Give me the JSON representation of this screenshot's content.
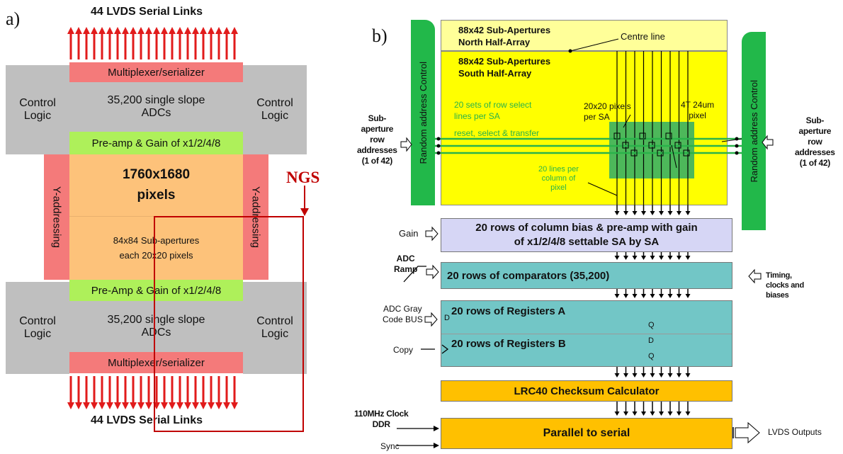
{
  "panel_a": {
    "label": "a)",
    "top_links": "44 LVDS Serial Links",
    "bottom_links": "44 LVDS Serial Links",
    "mux_top": "Multiplexer/serializer",
    "mux_bottom": "Multiplexer/serializer",
    "control_logic": "Control\nLogic",
    "adc_top": "35,200  single slope\nADCs",
    "adc_bottom": "35,200 single slope\nADCs",
    "preamp_top": "Pre-amp & Gain of x1/2/4/8",
    "preamp_bottom": "Pre-Amp & Gain of x1/2/4/8",
    "pixels": "1760x1680\npixels",
    "subap": "84x84 Sub-apertures\neach 20x20 pixels",
    "yaddr": "Y-addressing",
    "ngs": "NGS",
    "colors": {
      "mux": "#f47a7a",
      "grey": "#bfbfbf",
      "green": "#aef05a",
      "orange": "#fdc27a",
      "ngs": "#c00000",
      "arrow": "#e11b1b"
    }
  },
  "panel_b": {
    "label": "b)",
    "north": "88x42 Sub-Apertures\nNorth Half-Array",
    "south": "88x42 Sub-Apertures\nSouth Half-Array",
    "centre_line": "Centre line",
    "row_select": "20 sets of row select\nlines per SA",
    "reset": "reset, select & transfer",
    "pixels_per_sa": "20x20 pixels\nper SA",
    "pixel_4t": "4T 24um\npixel",
    "lines_per_column": "20 lines per\ncolumn of\npixel",
    "random_address": "Random address Control",
    "subap_left": "Sub-\naperture\nrow\naddresses\n(1 of 42)",
    "subap_right": "Sub-\naperture\nrow\naddresses\n(1 of 42)",
    "gain": "Gain",
    "column_bias": "20 rows of column bias & pre-amp with gain\nof x1/2/4/8 settable SA by SA",
    "adc_ramp": "ADC\nRamp",
    "comparators": "20 rows of comparators (35,200)",
    "timing": "Timing,\nclocks and\nbiases",
    "gray_code": "ADC Gray\nCode BUS",
    "regs_a": "20 rows of Registers A",
    "regs_b": "20 rows of Registers B",
    "copy": "Copy",
    "pin_d": "D",
    "pin_q": "Q",
    "checksum": "LRC40 Checksum Calculator",
    "clock": "110MHz Clock\nDDR",
    "sync": "Sync",
    "p2s": "Parallel to serial",
    "lvds_out": "LVDS Outputs",
    "colors": {
      "north": "#ffff99",
      "south": "#ffff00",
      "rac": "#22b84a",
      "lavender": "#d6d6f5",
      "teal": "#72c6c6",
      "gold": "#ffc000",
      "line": "#2ab34a"
    }
  }
}
